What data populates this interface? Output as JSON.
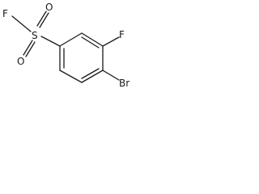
{
  "structure": {
    "atoms": {
      "f_sulfonyl": "F",
      "sulfur": "S",
      "oxygen_top": "O",
      "oxygen_bottom": "O",
      "fluorine_ring": "F",
      "bromine": "Br"
    }
  }
}
